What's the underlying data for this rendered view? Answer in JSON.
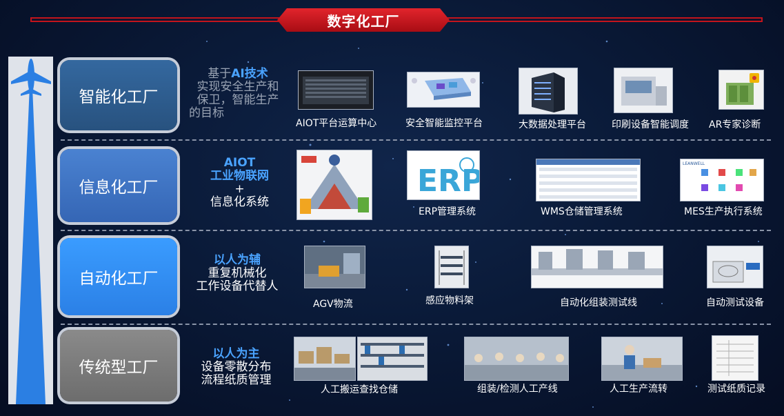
{
  "header": {
    "title": "数字化工厂"
  },
  "tiers": [
    {
      "label": "智能化工厂",
      "desc_highlight_prefix": "基于",
      "desc_highlight": "AI技术",
      "desc_lines": [
        "实现安全生产和",
        "保卫，智能生产",
        "的目标"
      ],
      "items": [
        "AIOT平台运算中心",
        "安全智能监控平台",
        "大数据处理平台",
        "印刷设备智能调度",
        "AR专家诊断"
      ]
    },
    {
      "label": "信息化工厂",
      "desc_highlight": "AIOT",
      "desc_highlight2": "工业物联网",
      "desc_plus": "+",
      "desc_lines": [
        "信息化系统"
      ],
      "items": [
        "ERP管理系统",
        "WMS仓储管理系统",
        "MES生产执行系统"
      ],
      "erp_text": "ERP",
      "mes_logo": "LEANWELL"
    },
    {
      "label": "自动化工厂",
      "desc_highlight": "以人为辅",
      "desc_lines": [
        "重复机械化",
        "工作设备代替人"
      ],
      "items": [
        "AGV物流",
        "感应物料架",
        "自动化组装测试线",
        "自动测试设备"
      ]
    },
    {
      "label": "传统型工厂",
      "desc_highlight": "以人为主",
      "desc_lines": [
        "设备零散分布",
        "流程纸质管理"
      ],
      "items": [
        "人工搬运查找仓储",
        "组装/检测人工产线",
        "人工生产流转",
        "测试纸质记录"
      ]
    }
  ],
  "colors": {
    "tier1": "#2f5f95",
    "tier2": "#3f76c8",
    "tier3": "#2d8ef0",
    "tier4": "#7f7f7f",
    "header_red": "#c3141c",
    "highlight_blue": "#4aa3ff",
    "highlight_gray": "#9aa4b4",
    "arrow_blue": "#2b7fe3"
  }
}
